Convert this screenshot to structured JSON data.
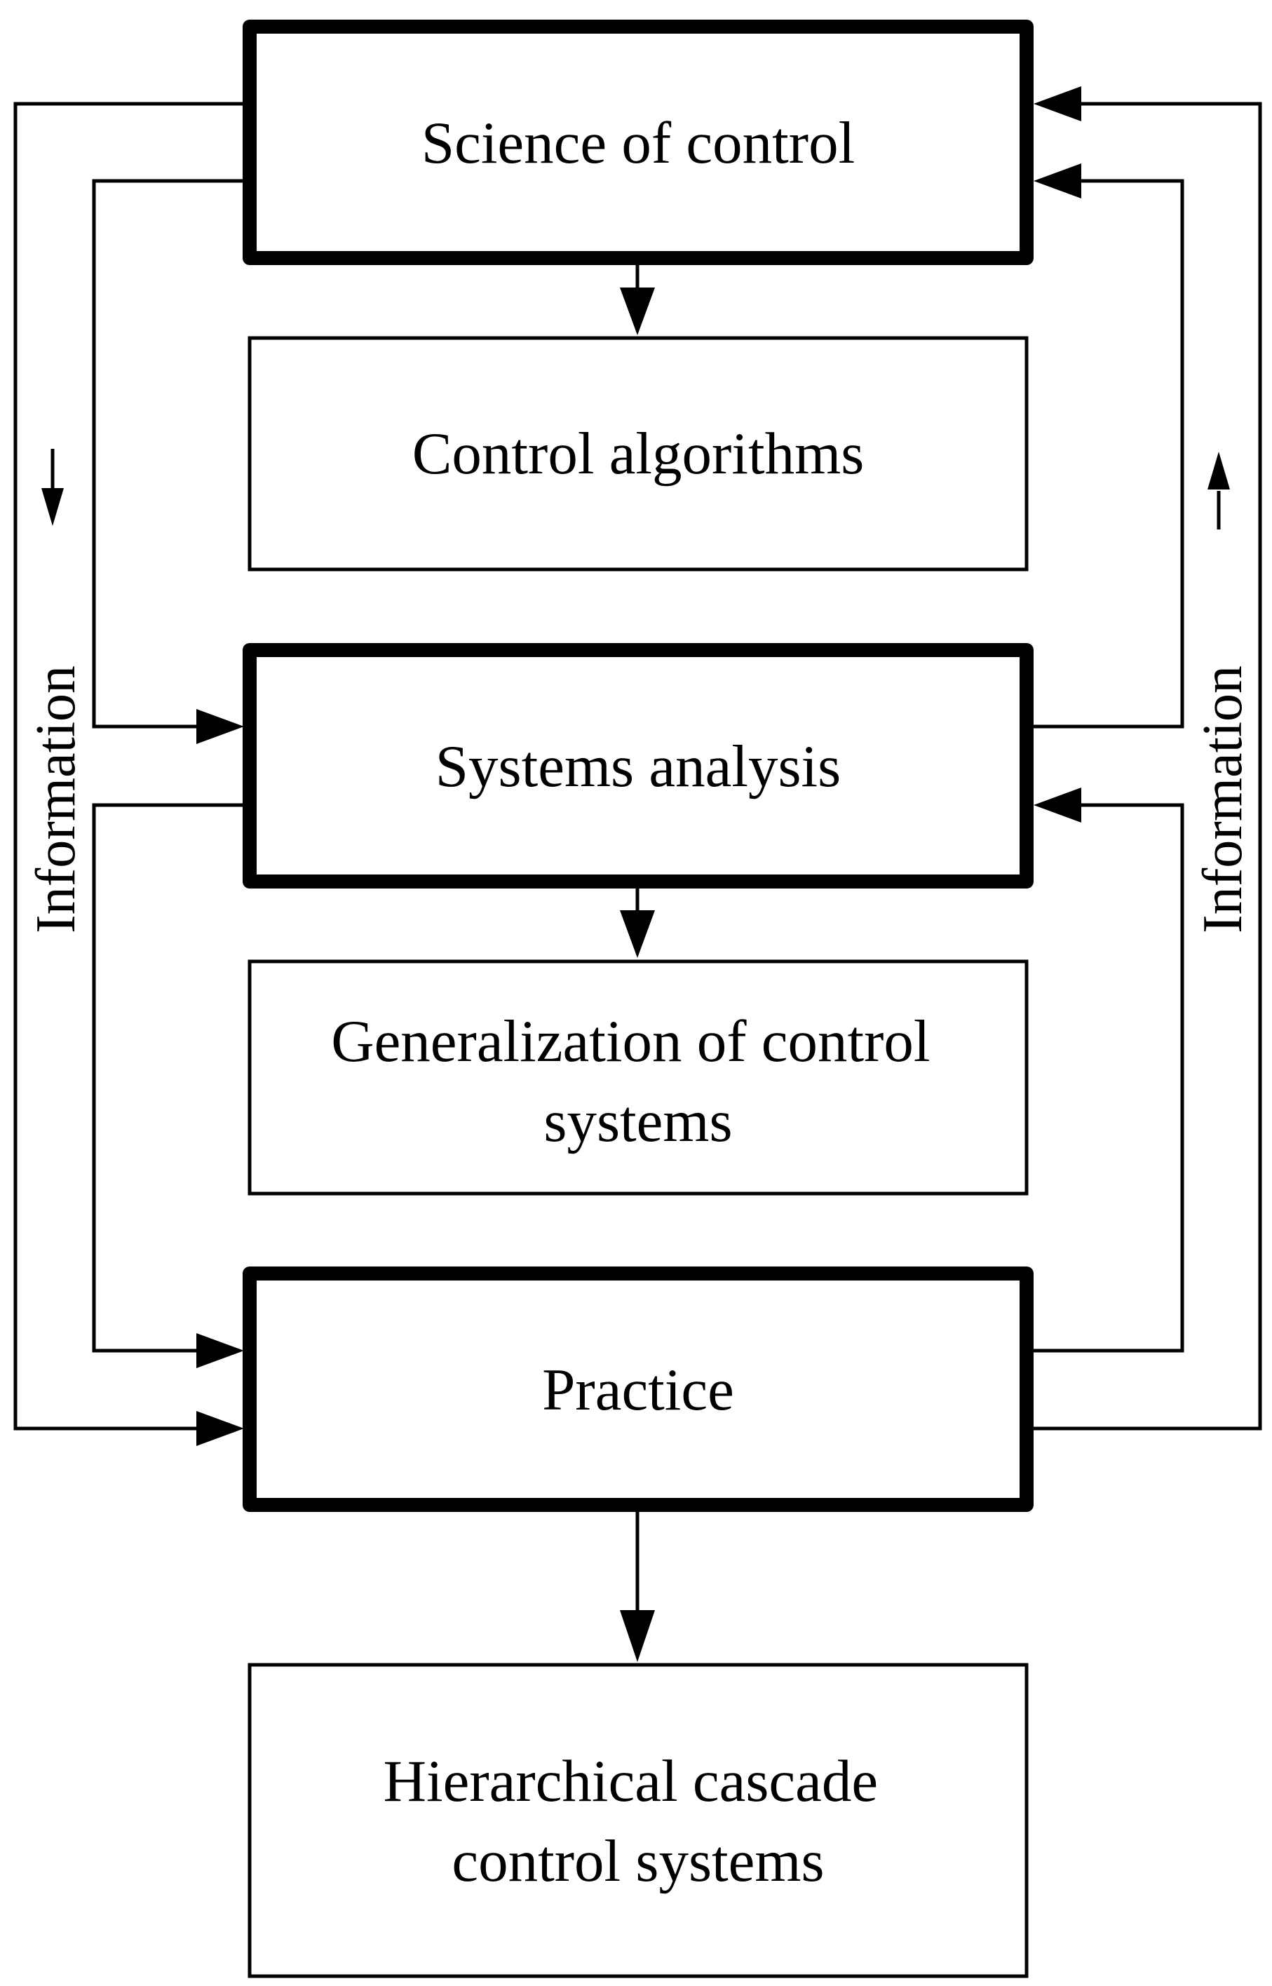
{
  "boxes": {
    "science": "Science of control",
    "algorithms": "Control algorithms",
    "systems_analysis": "Systems analysis",
    "generalization": [
      "Generalization of control",
      "systems"
    ],
    "practice": "Practice",
    "hierarchical": [
      "Hierarchical cascade",
      "control systems"
    ]
  },
  "side_labels": {
    "left": "Information",
    "right": "Information"
  }
}
